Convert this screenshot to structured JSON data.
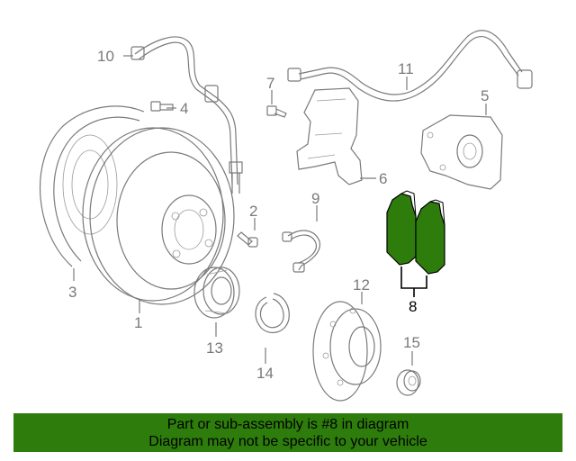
{
  "callouts": {
    "c1": "1",
    "c2": "2",
    "c3": "3",
    "c4": "4",
    "c5": "5",
    "c6": "6",
    "c7": "7",
    "c8": "8",
    "c9": "9",
    "c10": "10",
    "c11": "11",
    "c12": "12",
    "c13": "13",
    "c14": "14",
    "c15": "15"
  },
  "highlight": {
    "color": "#2e7d0c",
    "part": "8"
  },
  "banner": {
    "line1": "Part or sub-assembly is #8 in diagram",
    "line2": "Diagram may not be specific to your vehicle"
  }
}
